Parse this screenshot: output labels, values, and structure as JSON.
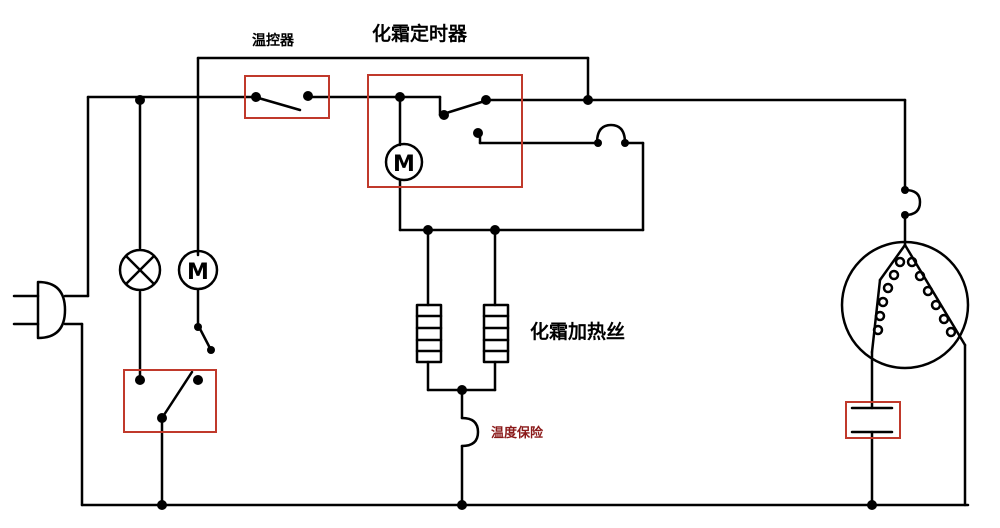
{
  "labels": {
    "thermostat": "温控器",
    "defrost_timer": "化霜定时器",
    "defrost_heater": "化霜加热丝",
    "temp_fuse": "温度保险",
    "motor_letter": "M"
  },
  "colors": {
    "wire": "#000000",
    "highlight_box": "#c0392b",
    "fuse_label": "#8b1a1a"
  },
  "components": [
    "power-plug-icon",
    "lamp-icon",
    "fan-motor-icon",
    "door-switch",
    "thermostat-switch",
    "timer-motor-icon",
    "timer-switch",
    "heater-resistor-icon",
    "thermal-fuse-icon",
    "overload-protector-icon",
    "compressor-motor-icon",
    "capacitor-icon"
  ]
}
